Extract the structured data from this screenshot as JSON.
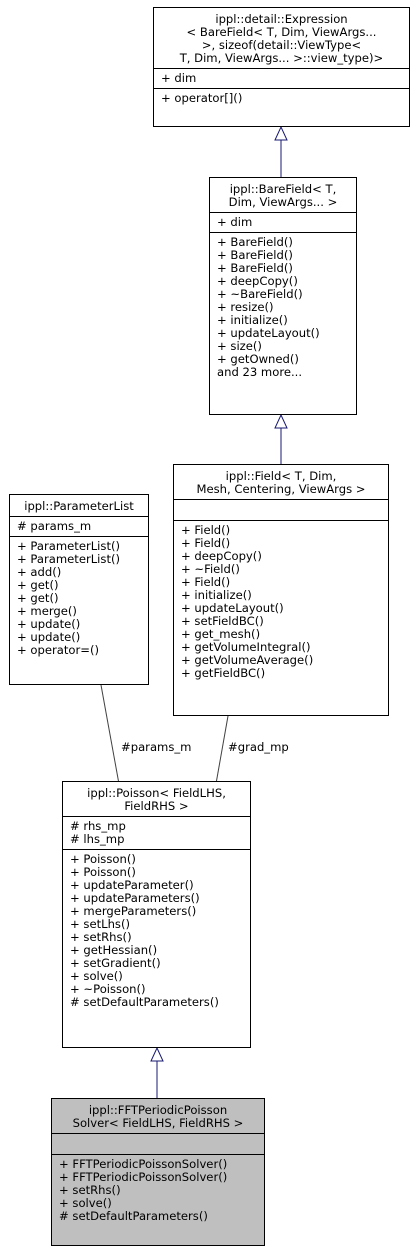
{
  "expression": {
    "title": [
      "ippl::detail::Expression",
      "< BareField< T, Dim, ViewArgs...",
      " >, sizeof(detail::ViewType<",
      " T, Dim, ViewArgs... >::view_type)>"
    ],
    "attributes": [
      "+ dim"
    ],
    "methods": [
      "+ operator[]()"
    ]
  },
  "barefield": {
    "title": [
      "ippl::BareField< T,",
      "Dim, ViewArgs... >"
    ],
    "attributes": [
      "+ dim"
    ],
    "methods": [
      "+ BareField()",
      "+ BareField()",
      "+ BareField()",
      "+ deepCopy()",
      "+ ~BareField()",
      "+ resize()",
      "+ initialize()",
      "+ updateLayout()",
      "+ size()",
      "+ getOwned()",
      "and 23 more..."
    ]
  },
  "parameterlist": {
    "title": [
      "ippl::ParameterList"
    ],
    "attributes": [
      "# params_m"
    ],
    "methods": [
      "+ ParameterList()",
      "+ ParameterList()",
      "+ add()",
      "+ get()",
      "+ get()",
      "+ merge()",
      "+ update()",
      "+ update()",
      "+ operator=()"
    ]
  },
  "field": {
    "title": [
      "ippl::Field< T, Dim,",
      "Mesh, Centering, ViewArgs >"
    ],
    "attributes": [],
    "methods": [
      "+ Field()",
      "+ Field()",
      "+ deepCopy()",
      "+ ~Field()",
      "+ Field()",
      "+ initialize()",
      "+ updateLayout()",
      "+ setFieldBC()",
      "+ get_mesh()",
      "+ getVolumeIntegral()",
      "+ getVolumeAverage()",
      "+ getFieldBC()"
    ]
  },
  "poisson": {
    "title": [
      "ippl::Poisson< FieldLHS,",
      "FieldRHS >"
    ],
    "attributes": [
      "# rhs_mp",
      "# lhs_mp"
    ],
    "methods": [
      "+ Poisson()",
      "+ Poisson()",
      "+ updateParameter()",
      "+ updateParameters()",
      "+ mergeParameters()",
      "+ setLhs()",
      "+ setRhs()",
      "+ getHessian()",
      "+ setGradient()",
      "+ solve()",
      "+ ~Poisson()",
      "# setDefaultParameters()"
    ]
  },
  "fft": {
    "title": [
      "ippl::FFTPeriodicPoisson",
      "Solver< FieldLHS, FieldRHS >"
    ],
    "attributes": [],
    "methods": [
      "+ FFTPeriodicPoissonSolver()",
      "+ FFTPeriodicPoissonSolver()",
      "+ setRhs()",
      "+ solve()",
      "# setDefaultParameters()"
    ]
  },
  "links": {
    "params_label": "#params_m",
    "grad_label": "#grad_mp"
  },
  "colors": {
    "inheritance": "#191970",
    "usage": "#404040",
    "highlight": "#bfbfbf"
  }
}
